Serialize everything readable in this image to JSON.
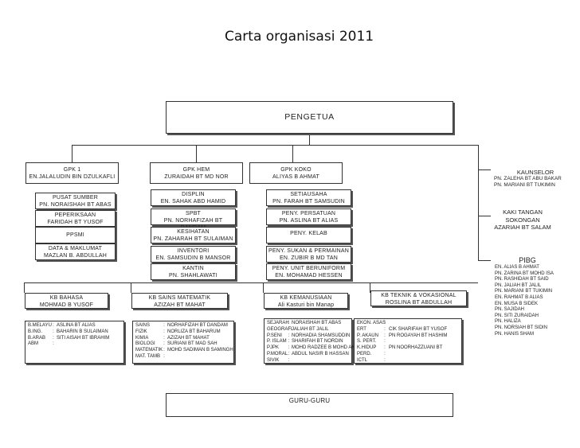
{
  "title": "Carta organisasi 2011",
  "pengetua": "PENGETUA",
  "gpk1": {
    "title": "GPK 1",
    "name": "EN.JALALUDIN BIN DZULKAFLI"
  },
  "gpkhem": {
    "title": "GPK HEM",
    "name": "ZURAIDAH BT MD NOR"
  },
  "gpkkoko": {
    "title": "GPK KOKO",
    "name": "ALIYAS B AHMAT"
  },
  "kaunselor": {
    "title": "KAUNSELOR",
    "names": [
      "PN. ZALEHA BT ABU BAKAR",
      "PN. MARIANI BT TUKIMIN"
    ]
  },
  "kaki_tangan": {
    "line1": "KAKI TANGAN",
    "line2": "SOKONGAN",
    "line3": "AZARIAH BT SALAM"
  },
  "pibg": {
    "title": "PIBG",
    "names": [
      "EN. ALIAS B AHMAT",
      "PN. ZARINA BT MOHD ISA",
      "PN. RASHIDAH BT SAID",
      "PN. JALIAH BT JALIL",
      "PN. MARIANI BT TUKIMIN",
      "EN. RAHMAT B ALIAS",
      "EN. MUSA B SIDEK",
      "PN. SAJIDAH",
      "PN. SITI ZURAIDAH",
      "PN. HALIZA",
      "PN. NORSIAH BT SIDIN",
      "PN. HANIS SHAM"
    ]
  },
  "col1": [
    {
      "title": "PUSAT SUMBER",
      "name": "PN. NORAISHAH BT ABAS"
    },
    {
      "title": "PEPERIKSAAN",
      "name": "FARIDAH BT YUSOF"
    },
    {
      "title": "PPSMI",
      "name": ""
    },
    {
      "title": "DATA & MAKLUMAT",
      "name": "MAZLAN B. ABDULLAH"
    }
  ],
  "col2": [
    {
      "title": "DISPLIN",
      "name": "EN. SAHAK ABD HAMID"
    },
    {
      "title": "SPBT",
      "name": "PN. NORHAFIZAH BT DANDAM"
    },
    {
      "title": "KESIHATAN",
      "name": "PN. ZAHARAH BT SULAIMAN"
    },
    {
      "title": "INVENTORI",
      "name": "EN. SAMSUDIN B MANSOR"
    },
    {
      "title": "KANTIN",
      "name": "PN. SHAHLAWATI"
    }
  ],
  "col3": [
    {
      "title": "SETIAUSAHA",
      "name": "PN. FARAH BT SAMSUDIN"
    },
    {
      "title": "PENY. PERSATUAN",
      "name": "PN. ASLINA BT ALIAS"
    },
    {
      "title": "PENY. KELAB",
      "name": ""
    },
    {
      "title": "PENY. SUKAN & PERMAINAN",
      "name": "EN. ZUBIR B MD TAN"
    },
    {
      "title": "PENY. UNIT BERUNIFORM",
      "name": "EN. MOHAMAD HESSEN"
    }
  ],
  "kb": [
    {
      "title": "KB BAHASA",
      "name": "MOHMAD B YUSOF"
    },
    {
      "title": "KB SAINS MATEMATIK",
      "name": "AZIZAH BT MAHAT"
    },
    {
      "title": "KB KEMANUSIAAN",
      "name": "Ali Kasturi bin Manap"
    },
    {
      "title": "KB TEKNIK & VOKASIONAL",
      "name": "ROSLINA BT ABDULLAH"
    }
  ],
  "tables": [
    [
      [
        "B.MELAYU",
        ":",
        "ASLINA BT ALIAS"
      ],
      [
        "B.ING.",
        ":",
        "BAHARIN B SULAIMAN"
      ],
      [
        "B.ARAB",
        ":",
        "SITI AISAH BT IBRAHIM"
      ],
      [
        "ABM",
        ":",
        ""
      ]
    ],
    [
      [
        "SAINS",
        ":",
        "NORHAFIZAH BT DANDAM"
      ],
      [
        "FIZIK",
        ":",
        "NORLIZA BT BAHARUM"
      ],
      [
        "KIMIA",
        ":",
        "AZIZAH BT MAHAT"
      ],
      [
        "BIOLOGI",
        ":",
        "SURIANI BT MAD SAH"
      ],
      [
        "MATEMATIK",
        ":",
        "MOHD SADIMAN B SAMINGH"
      ],
      [
        "MAT. TAMB",
        ":",
        ""
      ]
    ],
    [
      [
        "SEJARAH",
        ":",
        "NORAISHAH BT ABAS"
      ],
      [
        "GEOGRAFI",
        ":",
        "JALIAH BT JALIL"
      ],
      [
        "P.SENI",
        ":",
        "NORHADIA SHAMSUDDIN"
      ],
      [
        "P. ISLAM",
        ":",
        "SHARIFAH BT NORDIN"
      ],
      [
        "PJPK",
        ":",
        "MOHD RADZEE B MOHD AKIR"
      ],
      [
        "P.MORAL",
        ":",
        "ABDUL NASIR B HASSAN"
      ],
      [
        "SIVIK",
        ":",
        ""
      ]
    ],
    [
      [
        "EKON. ASAS",
        ":",
        ""
      ],
      [
        "ERT",
        ":",
        "CIK SHARIFAH BT YUSOF"
      ],
      [
        "P. AKAUN",
        ":",
        "PN ROGAYAH BT HASHIM"
      ],
      [
        "S. PERT.",
        ":",
        ""
      ],
      [
        "K.HIDUP",
        ":",
        "PN NOORHAZZUANI BT"
      ],
      [
        "PERD.",
        ":",
        ""
      ],
      [
        "ICTL",
        ":",
        ""
      ]
    ]
  ],
  "guru": "GURU-GURU"
}
